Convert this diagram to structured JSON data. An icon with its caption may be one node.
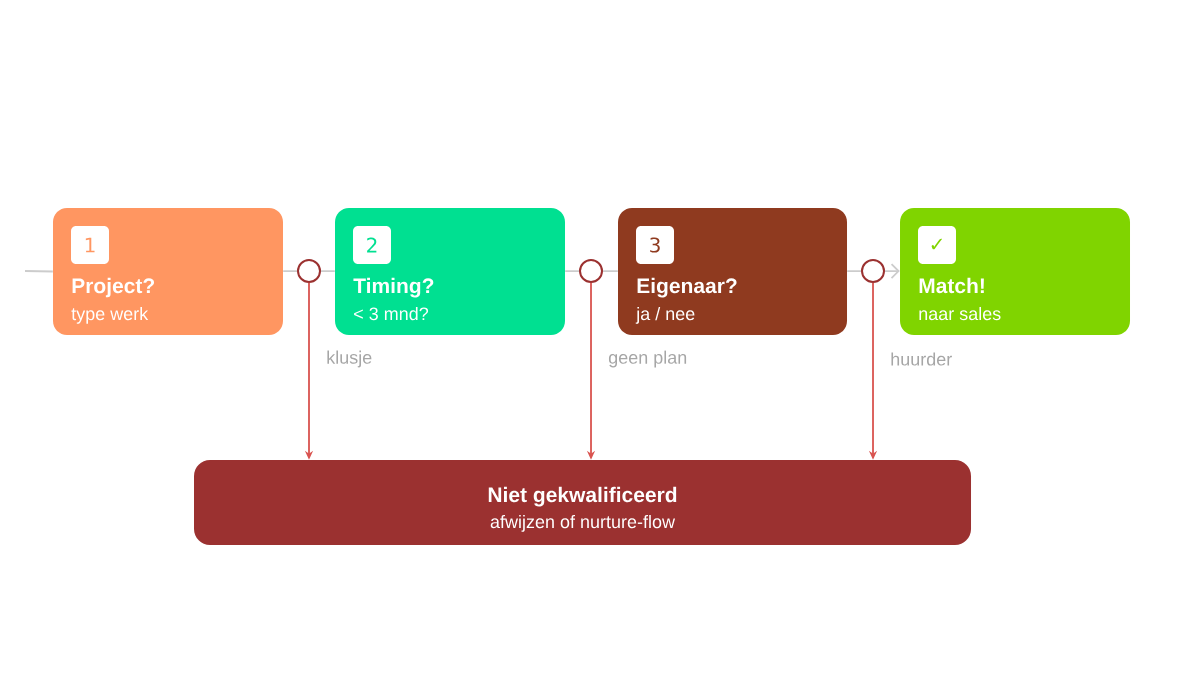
{
  "diagram": {
    "nodes": [
      {
        "text": [
          "1",
          "Project?",
          "type werk"
        ]
      },
      {
        "text": [
          "2",
          "Timing?",
          "< 3 mnd?"
        ]
      },
      {
        "text": [
          "3",
          "Eigenaar?",
          "ja / nee"
        ]
      },
      {
        "text": [
          "✓",
          "Match!",
          "naar sales"
        ]
      },
      {
        "text": [],
        "shape": "circle"
      },
      {
        "text": [],
        "shape": "circle"
      },
      {
        "text": [],
        "shape": "circle"
      },
      {
        "text": [
          "Niet gekwalificeerd",
          "afwijzen of nurture-flow"
        ]
      }
    ],
    "edges": [
      {
        "from": null,
        "to": 0,
        "arrow": "none"
      },
      {
        "from": 0,
        "to": 4,
        "arrow": "none"
      },
      {
        "from": 4,
        "to": 1,
        "arrow": "none"
      },
      {
        "from": 1,
        "to": 5,
        "arrow": "none"
      },
      {
        "from": 5,
        "to": 2,
        "arrow": "none"
      },
      {
        "from": 2,
        "to": 6,
        "arrow": "none"
      },
      {
        "from": 6,
        "to": 3,
        "arrow": "to"
      },
      {
        "from": 4,
        "to": 7,
        "arrow": "to",
        "label": "klusje",
        "color": "#d9534f"
      },
      {
        "from": 5,
        "to": 7,
        "arrow": "to",
        "label": "geen plan",
        "color": "#d9534f"
      },
      {
        "from": 6,
        "to": 7,
        "arrow": "to",
        "label": "huurder",
        "color": "#d9534f"
      }
    ]
  }
}
